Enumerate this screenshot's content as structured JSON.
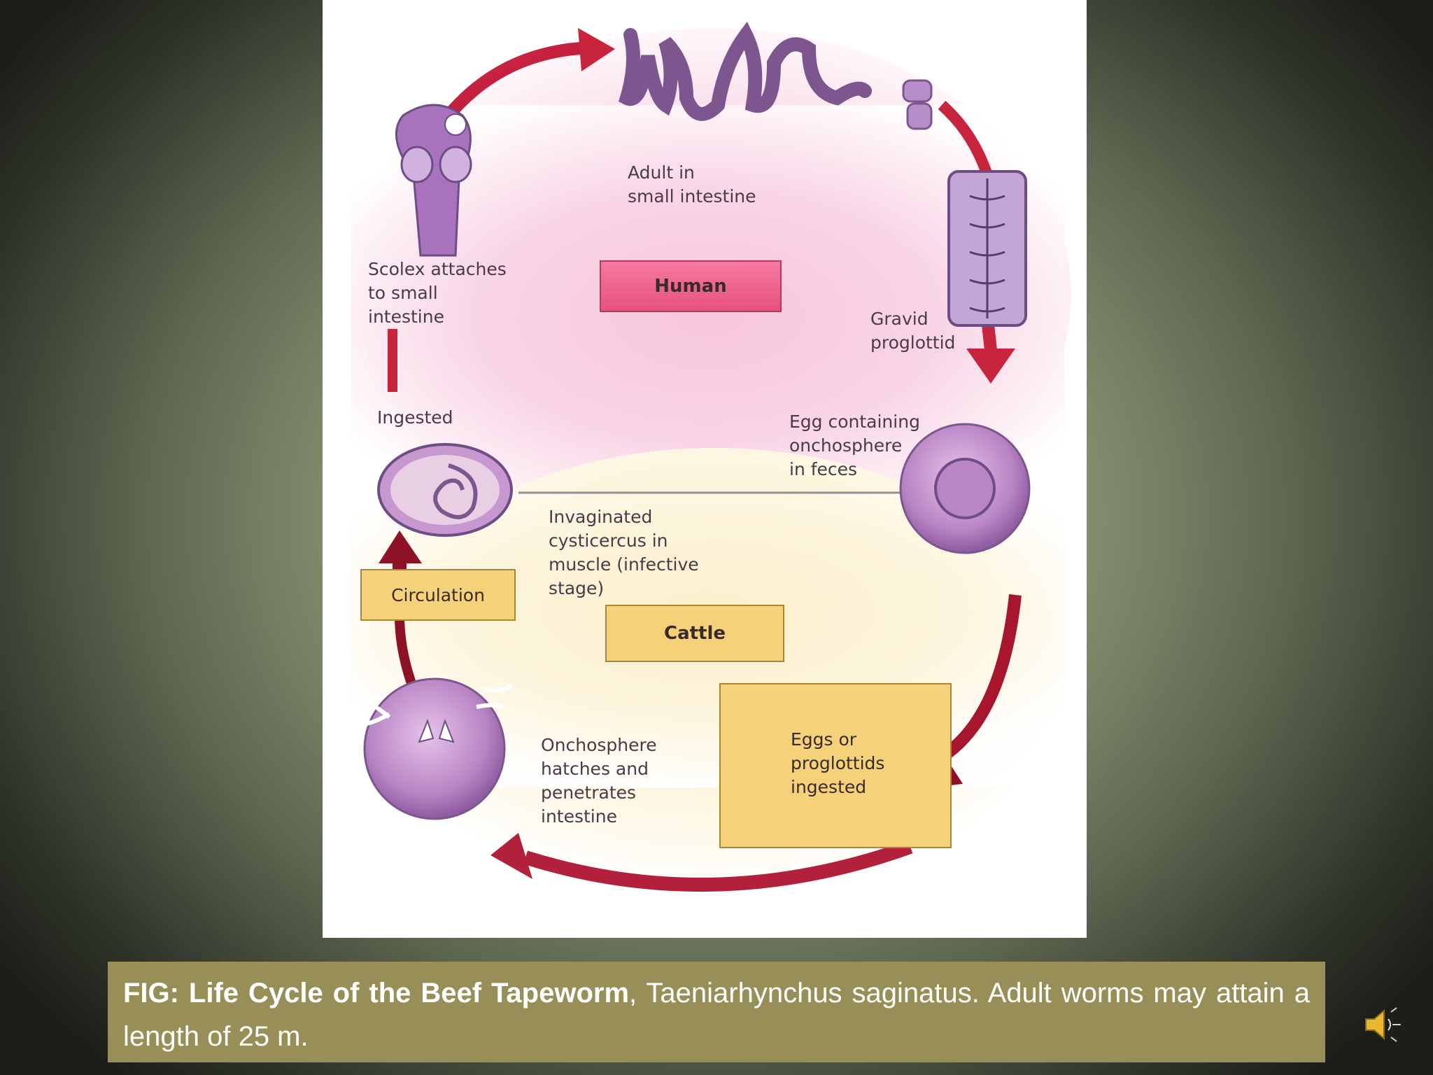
{
  "diagram": {
    "labels": {
      "adult": "Adult in\nsmall intestine",
      "scolex": "Scolex attaches\nto small\nintestine",
      "gravid": "Gravid\nproglottid",
      "ingested": "Ingested",
      "egg": "Egg containing\nonchosphere\nin feces",
      "cysticercus": "Invaginated\ncysticercus in\nmuscle (infective\nstage)",
      "onchosphere": "Onchosphere\nhatches and\npenetrates\nintestine"
    },
    "boxes": {
      "human": "Human",
      "cattle": "Cattle",
      "circulation": "Circulation",
      "eggs_ingested": "Eggs or\nproglottids\ningested"
    }
  },
  "caption": {
    "bold": "FIG: Life Cycle of the Beef Tapeworm",
    "rest": ", Taeniarhynchus saginatus. Adult worms may attain a length of 25 m."
  },
  "colors": {
    "human_zone": "#f7c6dc",
    "cattle_zone": "#fbf0cc",
    "arrow_red": "#c9243e",
    "box_pink": "#e8517e",
    "box_yellow": "#f5d27a",
    "caption_bg": "#978f57"
  },
  "icons": {
    "speaker": "speaker-icon"
  }
}
